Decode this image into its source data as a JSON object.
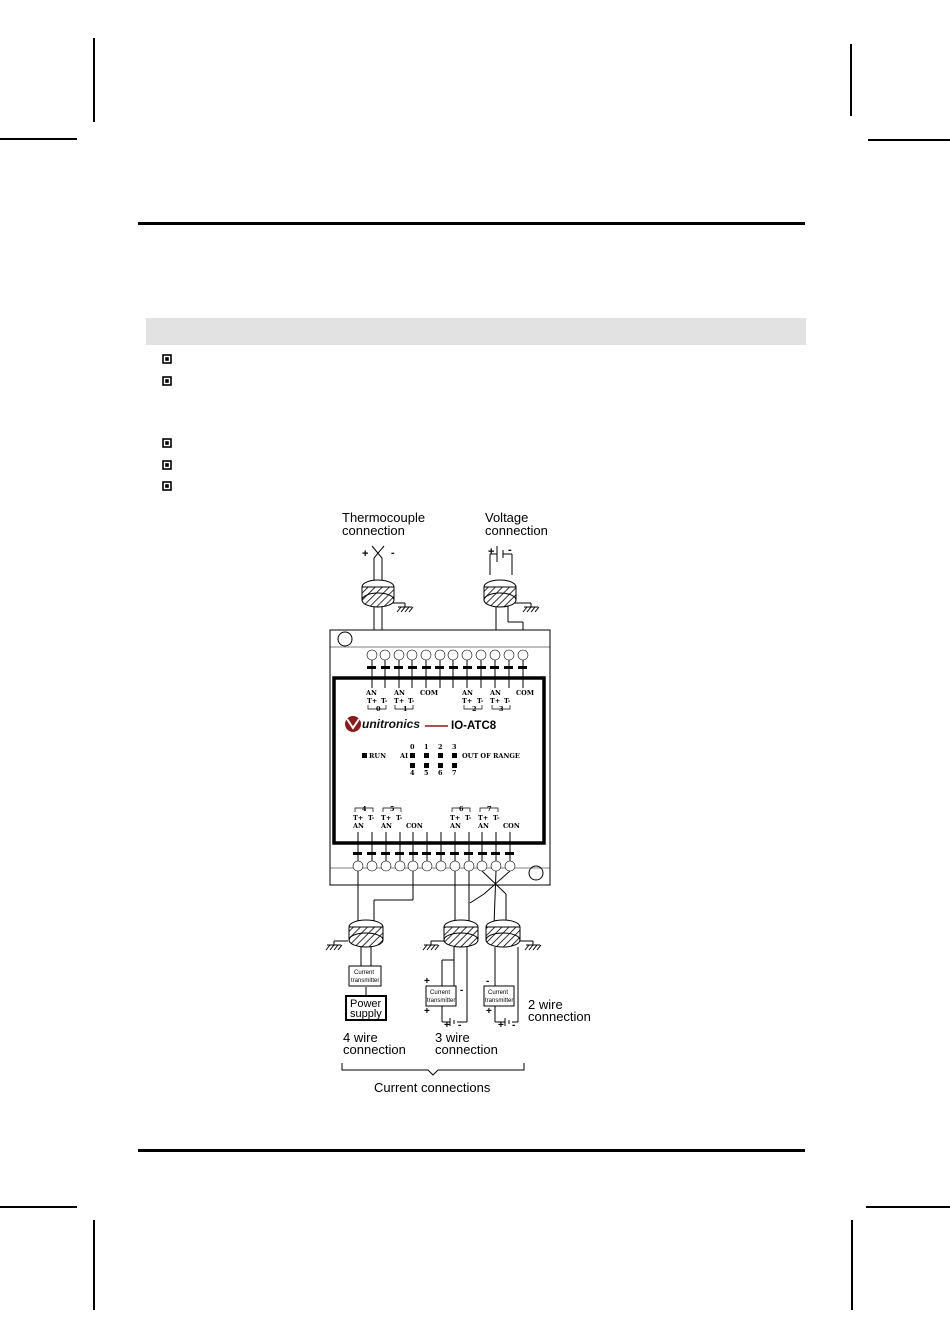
{
  "diagram": {
    "top_labels": {
      "thermocouple": [
        "Thermocouple",
        "connection"
      ],
      "voltage": [
        "Voltage",
        "connection"
      ]
    },
    "module": {
      "brand": "unitronics",
      "model": "IO-ATC8",
      "run_label": "RUN",
      "ai_label": "AI",
      "out_of_range_label": "OUT OF RANGE",
      "led_top_numbers": [
        "0",
        "1",
        "2",
        "3"
      ],
      "led_bottom_numbers": [
        "4",
        "5",
        "6",
        "7"
      ],
      "top_terminals": {
        "an": "AN",
        "tplus": "T+",
        "tminus": "T-",
        "com": "COM",
        "channels": [
          "0",
          "1",
          "2",
          "3"
        ]
      },
      "bottom_terminals": {
        "an": "AN",
        "tplus": "T+",
        "tminus": "T-",
        "com": "CON",
        "channels": [
          "4",
          "5",
          "6",
          "7"
        ]
      }
    },
    "device_labels": {
      "current_transmitter": [
        "Current",
        "transmitter"
      ],
      "power_supply": [
        "Power",
        "supply"
      ]
    },
    "wire_labels": {
      "four_wire": [
        "4 wire",
        "connection"
      ],
      "three_wire": [
        "3 wire",
        "connection"
      ],
      "two_wire": [
        "2 wire",
        "connection"
      ]
    },
    "group_label": "Current connections"
  }
}
